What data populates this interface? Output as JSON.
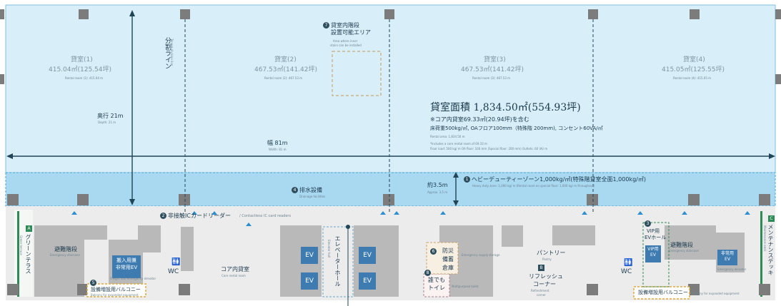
{
  "colors": {
    "rental": "#d8eef8",
    "heavy_zone": "#a9d8f1",
    "core": "#ececec",
    "core_dark": "#b9b9b9",
    "column": "#7c7c7c",
    "ev": "#3d7bb1",
    "balcony_border": "#e2a93b",
    "green": "#2e8b57",
    "line": "#1f4556"
  },
  "rooms": [
    {
      "name": "貸室(1)",
      "area": "415.04㎡(125.54坪)",
      "en": "Rental room (1): 415.04 m"
    },
    {
      "name": "貸室(2)",
      "area": "467.53㎡(141.42坪)",
      "en": "Rental room (2): 467.53 m"
    },
    {
      "name": "貸室(3)",
      "area": "467.53㎡(141.42坪)",
      "en": "Rental room (3): 467.53 m"
    },
    {
      "name": "貸室(4)",
      "area": "415.05㎡(125.55坪)",
      "en": "Rental room (4): 415.05 m"
    }
  ],
  "division_line": {
    "jp": "分割ライン",
    "en": "Tenant division line"
  },
  "stairs_area": {
    "num": "7",
    "jp1": "貸室内階段",
    "jp2": "設置可能エリア",
    "en1": "Area where inner",
    "en2": "stairs can be installed"
  },
  "depth": {
    "jp": "奥行 21m",
    "en": "Depth: 21 m"
  },
  "width": {
    "jp": "幅 81m",
    "en": "Width: 81 m"
  },
  "total": {
    "title": "貸室面積 1,834.50㎡(554.93坪)",
    "note1": "※コア内貸室69.33㎡(20.94坪)を含む",
    "note2": "床荷重500kg/㎡, OAフロア100mm（特殊階 200mm), コンセント60VA/㎡",
    "en1": "Rental area: 1,834.50 m",
    "en2": "*Includes a core rental room of 69.33 m",
    "en3": "Floor load: 500 kg/ m OA floor: 100 mm (Special floor: 200 mm) Outlets: 60 VA/ m"
  },
  "drainage": {
    "num": "4",
    "jp": "排水設備",
    "en": "Drainage facilities"
  },
  "heavy": {
    "num": "1",
    "jp": "ヘビーデューティーゾーン1,000kg/㎡(特殊階貸室全面1,000kg/㎡)",
    "en": "Heavy duty zone: 1,000 kg/ m (Rental room on special floor: 1,000 kg/ m throughout)"
  },
  "approx": {
    "jp": "約3.5m",
    "en": "Approx. 3.5 m"
  },
  "ic_reader": {
    "num": "2",
    "jp": "非接触ICカードリーダー",
    "en": "/ Contactless IC card readers"
  },
  "vip_ev": {
    "num": "3",
    "jp1": "VIP用",
    "jp2": "EVホール",
    "car1": "VIP用",
    "car2": "EV"
  },
  "green_terrace": {
    "badge": "A",
    "jp": "グリーンテラス",
    "en": "Green terrace"
  },
  "maintenance": {
    "badge": "C",
    "jp": "メンテナンスデッキ",
    "en": "Maintenance deck"
  },
  "stairs_left": {
    "jp": "避難階段",
    "en": "Emergency staircase"
  },
  "stairs_right": {
    "jp": "避難階段",
    "en": "Emergency staircase"
  },
  "freight_ev": {
    "jp1": "搬入用兼",
    "jp2": "非常用EV",
    "en": "Freight and emergency elevator"
  },
  "emergency_ev": {
    "jp1": "非常用",
    "jp2": "EV",
    "en": "Emergency elevator"
  },
  "wc_left": "WC",
  "wc_right": "WC",
  "core_room": {
    "jp": "コア内貸室",
    "en": "Core rental room"
  },
  "ev_labels": [
    "EV",
    "EV",
    "EV",
    "EV"
  ],
  "ev_hall": {
    "jp": "エレベーターホール",
    "en": "Elevator hall"
  },
  "disaster": {
    "num": "6",
    "jp1": "防災",
    "jp2": "備蓄",
    "jp3": "倉庫",
    "en": "Emergency supply storage"
  },
  "toilet": {
    "num": "8",
    "jp1": "誰でも",
    "jp2": "トイレ",
    "en": "Multipurpose toilet"
  },
  "pantry": {
    "jp": "パントリー",
    "en": "Pantry"
  },
  "refresh": {
    "badge": "B",
    "jp1": "リフレッシュ",
    "jp2": "コーナー",
    "en1": "Refreshment",
    "en2": "corner"
  },
  "balcony_left": {
    "num": "5",
    "jp": "設備増設用バルコニー",
    "en": "Balcony for expanded equipment"
  },
  "balcony_right": {
    "jp": "設備増設用バルコニー",
    "en": "Balcony for expanded equipment"
  }
}
